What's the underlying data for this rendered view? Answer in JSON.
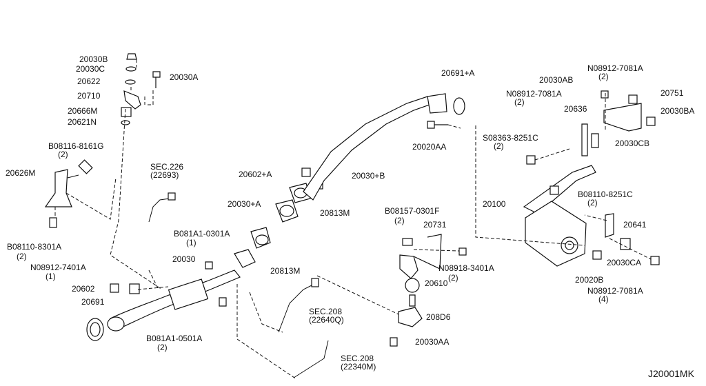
{
  "diagram_id": "J20001MK",
  "labels": [
    "20030B",
    "20030C",
    "20030A",
    "20622",
    "20710",
    "20666M",
    "20621N",
    "B08116-8161G",
    "(2)",
    "20626M",
    "B08110-8301A",
    "(2)",
    "N08912-7401A",
    "(1)",
    "20602",
    "20691",
    "SEC.226",
    "(22693)",
    "B081A1-0301A",
    "(1)",
    "20030",
    "B081A1-0501A",
    "(2)",
    "20602+A",
    "20030+A",
    "20813M",
    "20813M",
    "20691+A",
    "20020AA",
    "20030+B",
    "B08157-0301F",
    "(2)",
    "20731",
    "N08918-3401A",
    "(2)",
    "20610",
    "SEC.208",
    "(22640Q)",
    "SEC.208",
    "(22340M)",
    "208D6",
    "20030AA",
    "N08912-7081A",
    "(2)",
    "20030AB",
    "N08912-7081A",
    "(2)",
    "20751",
    "20636",
    "20030BA",
    "S08363-8251C",
    "(2)",
    "20030CB",
    "20100",
    "B08110-8251C",
    "(2)",
    "20641",
    "20030CA",
    "20020B",
    "N08912-7081A",
    "(4)"
  ]
}
